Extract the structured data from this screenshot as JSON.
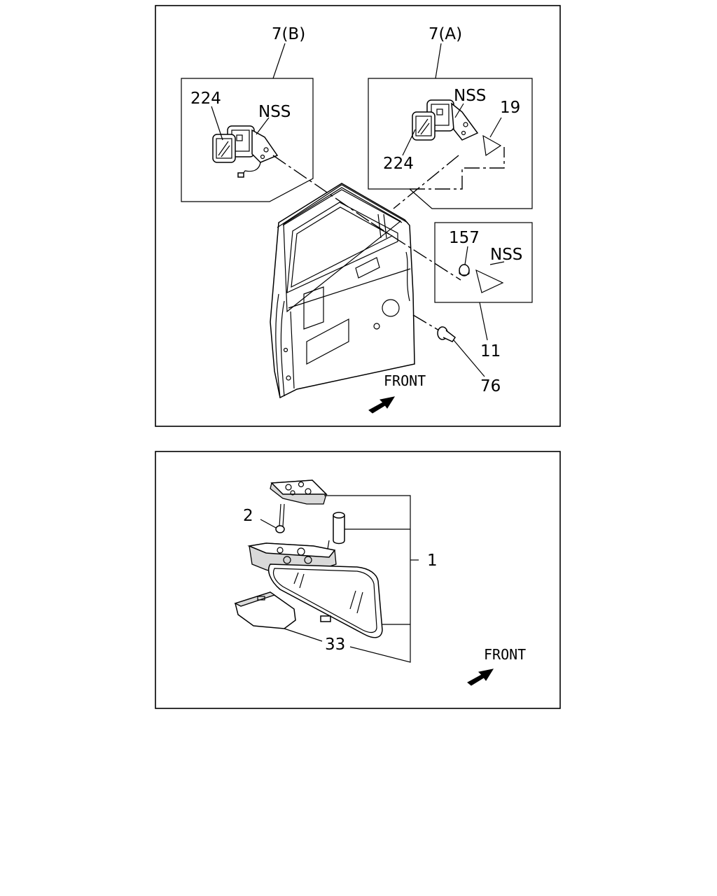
{
  "top_diagram": {
    "callouts": {
      "mirror_b": "7(B)",
      "mirror_a": "7(A)",
      "glass_b": "224",
      "nss_b": "NSS",
      "nss_a": "NSS",
      "part_19": "19",
      "glass_a": "224",
      "part_157": "157",
      "nss_c": "NSS",
      "part_11": "11",
      "part_76": "76"
    },
    "front_label": "FRONT"
  },
  "bottom_diagram": {
    "callouts": {
      "part_2": "2",
      "part_1": "1",
      "part_33": "33"
    },
    "front_label": "FRONT"
  }
}
